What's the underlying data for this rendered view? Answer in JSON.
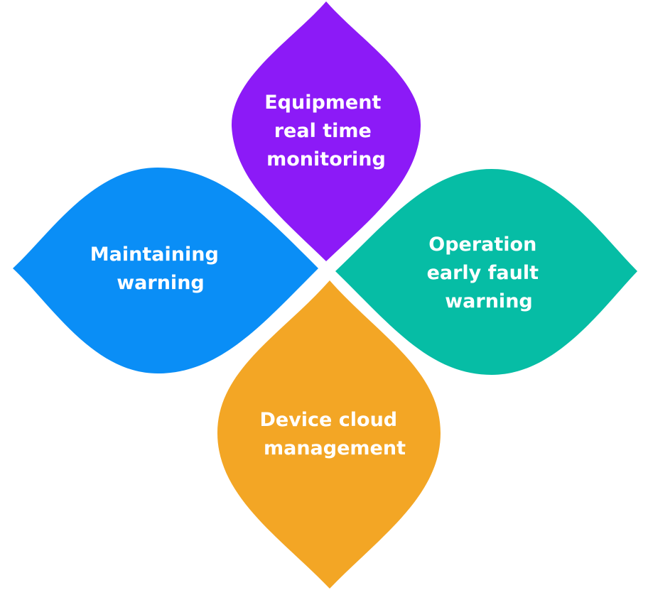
{
  "diagram": {
    "petals": [
      {
        "id": "top",
        "color": "#8C1AF7",
        "lines": [
          "Equipment",
          "real time",
          "monitoring"
        ]
      },
      {
        "id": "left",
        "color": "#0A8EF6",
        "lines": [
          "Maintaining",
          "warning"
        ]
      },
      {
        "id": "right",
        "color": "#06BDA5",
        "lines": [
          "Operation",
          "early fault",
          "warning"
        ]
      },
      {
        "id": "bottom",
        "color": "#F3A625",
        "lines": [
          "Device cloud",
          "management"
        ]
      }
    ]
  }
}
